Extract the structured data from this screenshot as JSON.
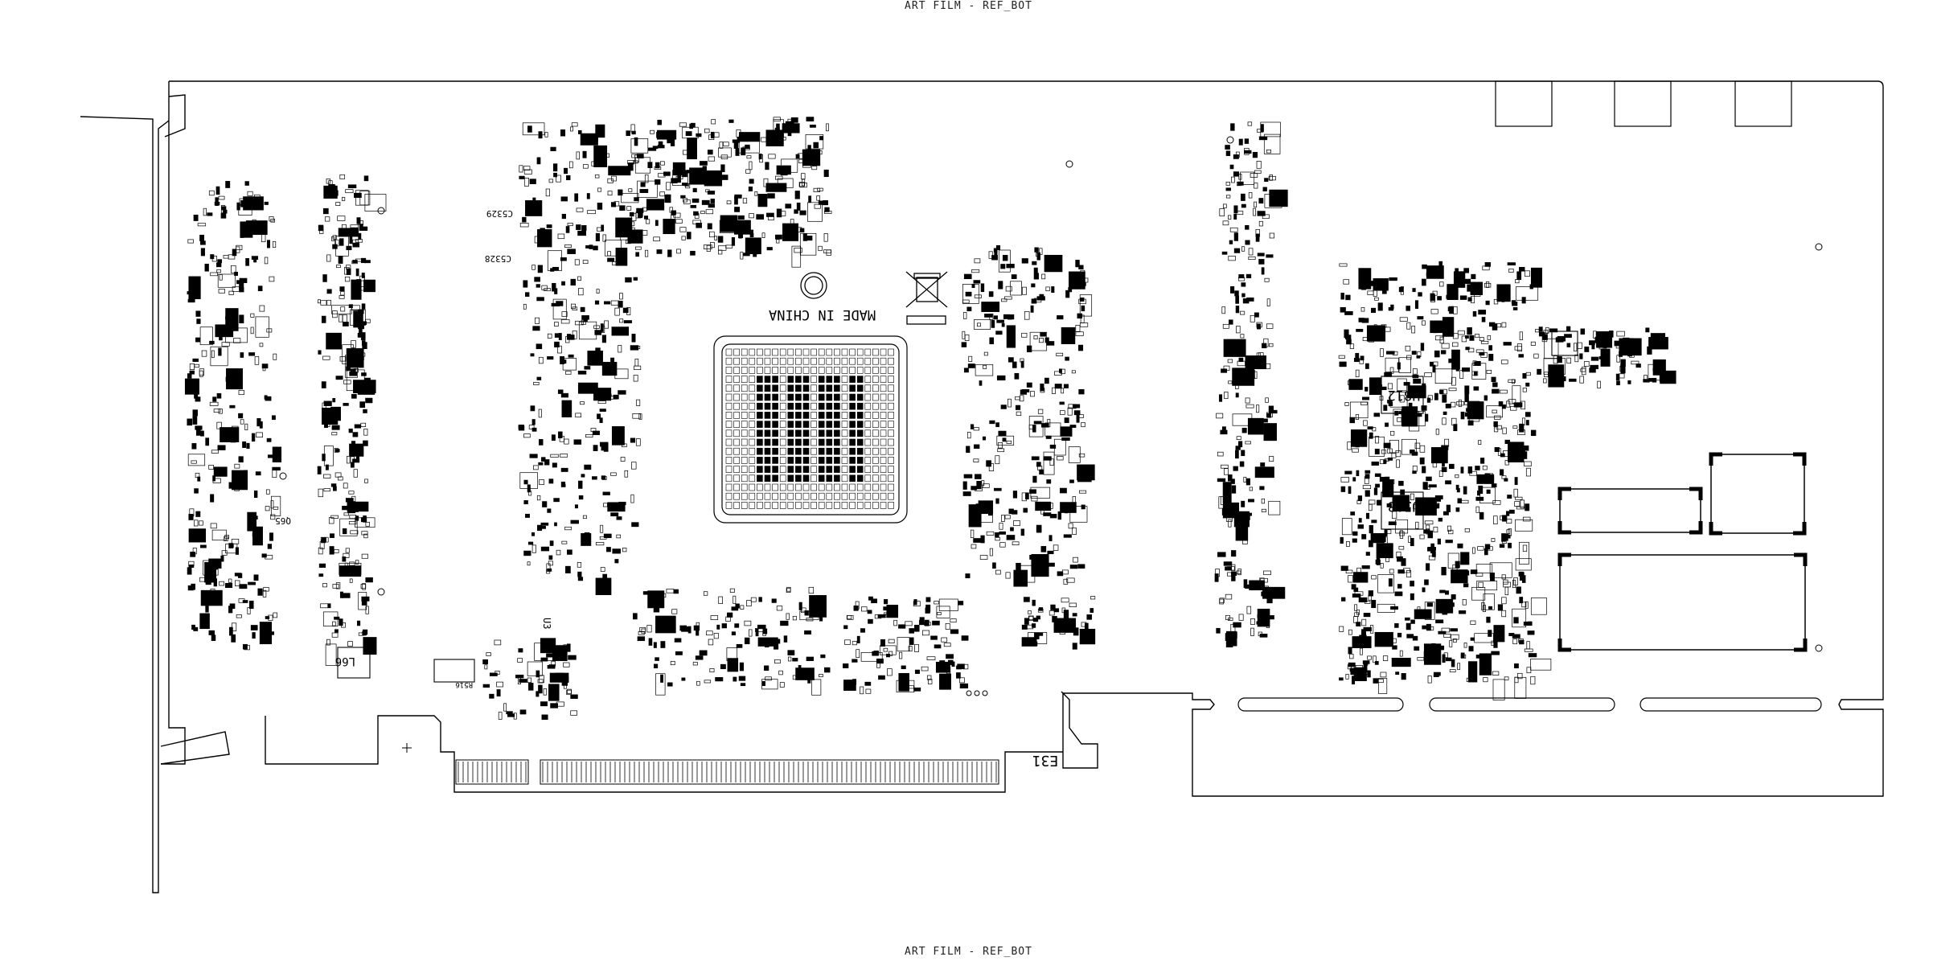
{
  "header_label": "ART FILM - REF_BOT",
  "footer_label": "ART FILM - REF_BOT",
  "board": {
    "made_in": "MADE IN CHINA",
    "edge_label": "E31",
    "labels": {
      "c5329": "C5329",
      "c5328": "C5328",
      "l66": "L66",
      "u812": "U812",
      "u503": "U503",
      "q65": "Q65",
      "u3": "U3",
      "r516": "R516"
    }
  },
  "colors": {
    "ink": "#000000",
    "paper": "#ffffff"
  }
}
